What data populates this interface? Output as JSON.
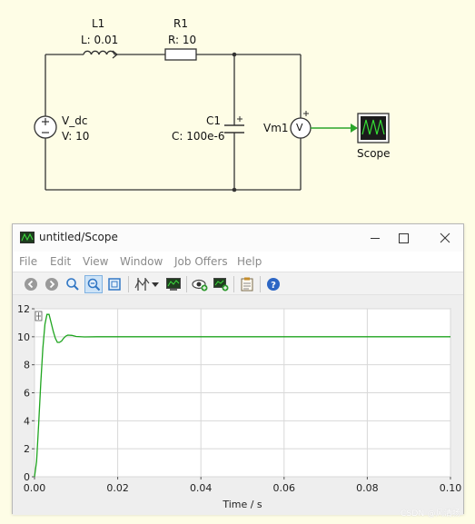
{
  "circuit": {
    "inductor": {
      "name": "L1",
      "param": "L: 0.01"
    },
    "resistor": {
      "name": "R1",
      "param": "R: 10"
    },
    "source": {
      "name": "V_dc",
      "param": "V: 10"
    },
    "capacitor": {
      "name": "C1",
      "param": "C: 100e-6"
    },
    "voltmeter": {
      "name": "Vm1",
      "symbol": "V"
    },
    "scope": {
      "name": "Scope"
    }
  },
  "window": {
    "title": "untitled/Scope",
    "icon": "scope-icon",
    "controls": [
      "minimize-icon",
      "maximize-icon",
      "close-icon"
    ]
  },
  "menu": [
    "File",
    "Edit",
    "View",
    "Window",
    "Job Offers",
    "Help"
  ],
  "toolbar": [
    {
      "icon": "back-icon"
    },
    {
      "icon": "forward-icon"
    },
    {
      "icon": "zoom-icon"
    },
    {
      "icon": "zoom-out-icon",
      "active": true
    },
    {
      "icon": "zoom-fit-icon"
    },
    {
      "icon": "cursor-icon"
    },
    {
      "icon": "dropdown-icon"
    },
    {
      "icon": "display-icon"
    },
    {
      "icon": "view-icon"
    },
    {
      "icon": "export-icon"
    },
    {
      "icon": "settings-icon"
    },
    {
      "icon": "help-icon"
    }
  ],
  "colors": {
    "trace": "#1fa51f",
    "background": "#fefde6",
    "wire": "#333333",
    "signal": "#2aa52a"
  },
  "chart_data": {
    "type": "line",
    "xlabel": "Time / s",
    "xlim": [
      0,
      0.1
    ],
    "ylim": [
      0,
      12
    ],
    "xticks": [
      "0.00",
      "0.02",
      "0.04",
      "0.06",
      "0.08",
      "0.10"
    ],
    "yticks": [
      "0",
      "2",
      "4",
      "6",
      "8",
      "10",
      "12"
    ],
    "grid": true,
    "series": [
      {
        "x": [
          0,
          0.0005,
          0.001,
          0.0015,
          0.002,
          0.0025,
          0.003,
          0.0035,
          0.004,
          0.0045,
          0.005,
          0.0055,
          0.006,
          0.0065,
          0.007,
          0.0075,
          0.008,
          0.009,
          0.01,
          0.012,
          0.015,
          0.02,
          0.03,
          0.05,
          0.07,
          0.1
        ],
        "y": [
          0,
          1.1,
          3.8,
          6.7,
          9.2,
          10.9,
          11.6,
          11.6,
          11.0,
          10.4,
          9.9,
          9.6,
          9.6,
          9.7,
          9.9,
          10.05,
          10.12,
          10.1,
          10.02,
          9.99,
          10,
          10,
          10,
          10,
          10,
          10
        ]
      }
    ]
  }
}
